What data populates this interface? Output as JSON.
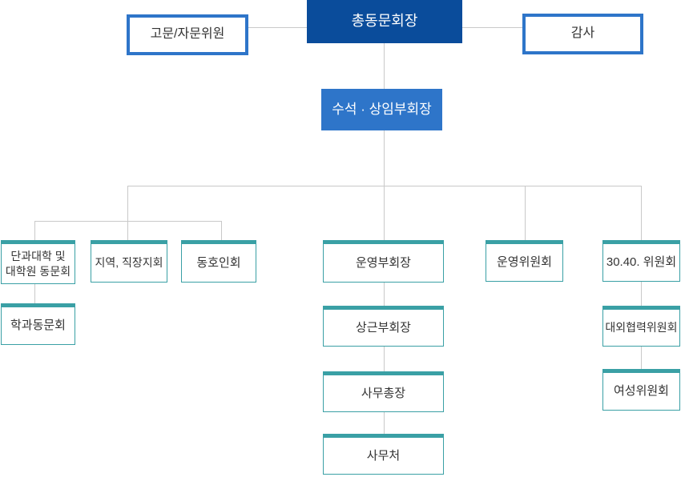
{
  "colors": {
    "primary_dark": "#0a4c9b",
    "primary_blue": "#2e75c9",
    "teal": "#3aa0a5",
    "connector_gray": "#c9c9c9",
    "text_dark": "#333333",
    "background": "#ffffff"
  },
  "nodes": {
    "chairman": {
      "label": "총동문회장"
    },
    "advisors": {
      "label": "고문/자문위원"
    },
    "auditor": {
      "label": "감사"
    },
    "senior_vice": {
      "label": "수석 · 상임부회장"
    },
    "college_alumni": {
      "label": "단과대학 및\n대학원 동문회"
    },
    "regional_branch": {
      "label": "지역, 직장지회"
    },
    "clubs": {
      "label": "동호인회"
    },
    "op_vice": {
      "label": "운영부회장"
    },
    "op_committee": {
      "label": "운영위원회"
    },
    "committee_3040": {
      "label": "30.40. 위원회"
    },
    "dept_alumni": {
      "label": "학과동문회"
    },
    "standing_vice": {
      "label": "상근부회장"
    },
    "external_coop": {
      "label": "대외협력위원회"
    },
    "sec_general": {
      "label": "사무총장"
    },
    "women": {
      "label": "여성위원회"
    },
    "secretariat": {
      "label": "사무처"
    }
  }
}
